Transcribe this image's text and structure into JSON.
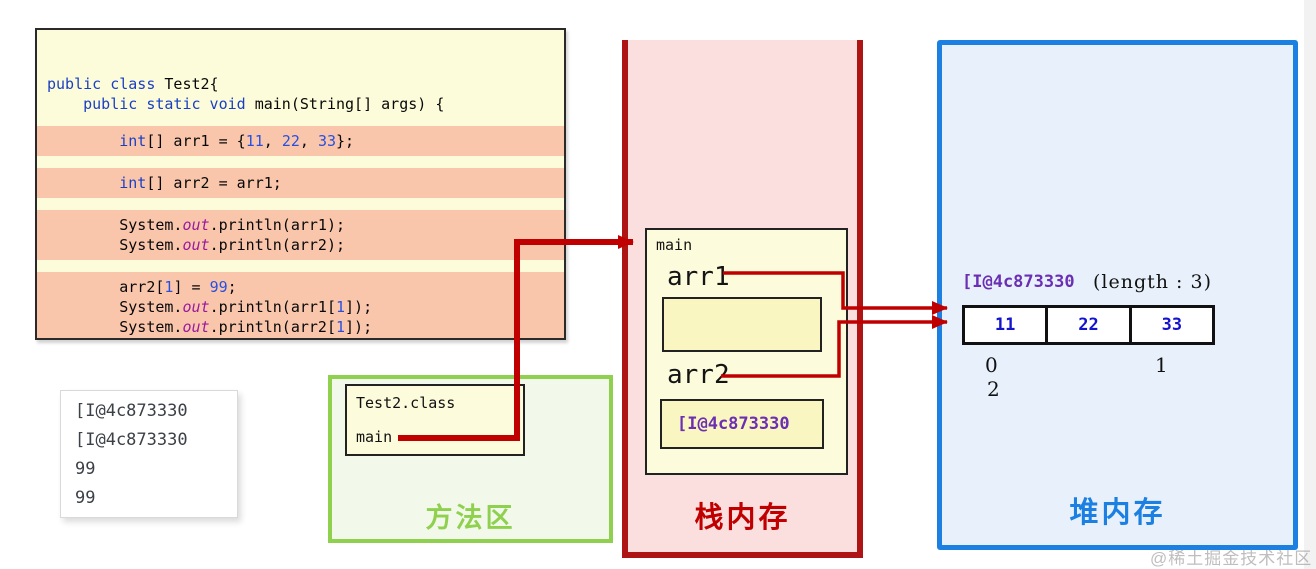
{
  "colors": {
    "arrow_red": "#C00000",
    "stack_border": "#AE1414",
    "heap_border": "#1C80E3",
    "method_border": "#8FD14F",
    "code_highlight": "#F9C6AC",
    "code_background": "#FCFCDB",
    "reference_purple": "#6B2FB3",
    "value_blue": "#1414CC"
  },
  "code": {
    "segments": [
      {
        "type": "code",
        "highlight": false,
        "lines": [
          [
            [
              "public class ",
              "k"
            ],
            [
              "Test2{",
              "p"
            ]
          ],
          [
            [
              "    ",
              "p"
            ],
            [
              "public static void ",
              "k"
            ],
            [
              "main(String[] args) {",
              "p"
            ]
          ]
        ]
      },
      {
        "type": "gap"
      },
      {
        "type": "code",
        "highlight": true,
        "lines": [
          [
            [
              "        ",
              "p"
            ],
            [
              "int",
              "k"
            ],
            [
              "[] arr1 = {",
              "p"
            ],
            [
              "11",
              "n"
            ],
            [
              ", ",
              "p"
            ],
            [
              "22",
              "n"
            ],
            [
              ", ",
              "p"
            ],
            [
              "33",
              "n"
            ],
            [
              "};",
              "p"
            ]
          ]
        ]
      },
      {
        "type": "gap"
      },
      {
        "type": "code",
        "highlight": true,
        "lines": [
          [
            [
              "        ",
              "p"
            ],
            [
              "int",
              "k"
            ],
            [
              "[] arr2 = arr1;",
              "p"
            ]
          ]
        ]
      },
      {
        "type": "gap"
      },
      {
        "type": "code",
        "highlight": true,
        "lines": [
          [
            [
              "        System.",
              "p"
            ],
            [
              "out",
              "f"
            ],
            [
              ".println(arr1);",
              "p"
            ]
          ],
          [
            [
              "        System.",
              "p"
            ],
            [
              "out",
              "f"
            ],
            [
              ".println(arr2);",
              "p"
            ]
          ]
        ]
      },
      {
        "type": "gap"
      },
      {
        "type": "code",
        "highlight": true,
        "lines": [
          [
            [
              "        arr2[",
              "p"
            ],
            [
              "1",
              "n"
            ],
            [
              "] = ",
              "p"
            ],
            [
              "99",
              "n"
            ],
            [
              ";",
              "p"
            ]
          ],
          [
            [
              "        System.",
              "p"
            ],
            [
              "out",
              "f"
            ],
            [
              ".println(arr1[",
              "p"
            ],
            [
              "1",
              "n"
            ],
            [
              "]);",
              "p"
            ]
          ],
          [
            [
              "        System.",
              "p"
            ],
            [
              "out",
              "f"
            ],
            [
              ".println(arr2[",
              "p"
            ],
            [
              "1",
              "n"
            ],
            [
              "]);",
              "p"
            ]
          ]
        ]
      },
      {
        "type": "code",
        "highlight": false,
        "lines": [
          [
            [
              "    }",
              "p"
            ]
          ],
          [
            [
              "}",
              "p"
            ]
          ]
        ]
      }
    ]
  },
  "console": {
    "lines": [
      "[I@4c873330",
      "[I@4c873330",
      "99",
      "99"
    ]
  },
  "method_area": {
    "label": "方法区",
    "class_box": {
      "class_name": "Test2.class",
      "method_name": "main"
    }
  },
  "stack": {
    "label": "栈内存",
    "frame": {
      "name": "main",
      "vars": [
        {
          "name": "arr1",
          "value": ""
        },
        {
          "name": "arr2",
          "value": "[I@4c873330"
        }
      ]
    }
  },
  "heap": {
    "label": "堆内存",
    "ref": "[I@4c873330",
    "length_note": "(length : 3)",
    "array": {
      "values": [
        "11",
        "22",
        "33"
      ],
      "indices": [
        "0",
        "1",
        "2"
      ]
    }
  },
  "watermark": {
    "text": "@稀土掘金技术社区"
  }
}
